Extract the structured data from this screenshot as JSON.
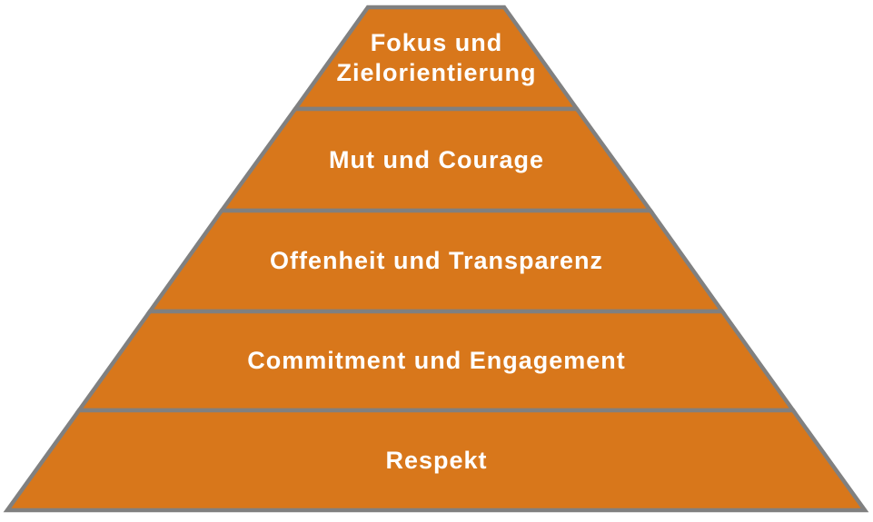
{
  "pyramid": {
    "levels": [
      {
        "label": "Fokus und\nZielorientierung"
      },
      {
        "label": "Mut und Courage"
      },
      {
        "label": "Offenheit und Transparenz"
      },
      {
        "label": "Commitment und Engagement"
      },
      {
        "label": "Respekt"
      }
    ],
    "colors": {
      "fill": "#D8771B",
      "border": "#808080",
      "text": "#FFFFFF",
      "background": "#FFFFFF"
    }
  }
}
